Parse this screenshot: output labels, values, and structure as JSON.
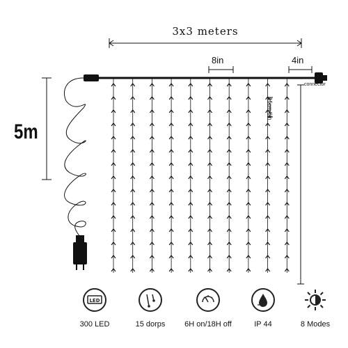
{
  "diagram": {
    "width_label": "3x3 meters",
    "strand_gap_label": "8in",
    "end_gap_label": "4in",
    "lead_length_label": "5m",
    "connector_label": "connector",
    "bulb_spacing_label": "15cm/6in",
    "strand_count": 10
  },
  "features": [
    {
      "icon": "led-icon",
      "label": "300 LED"
    },
    {
      "icon": "drops-icon",
      "label": "15 dorps"
    },
    {
      "icon": "timer-icon",
      "label": "6H on/18H off"
    },
    {
      "icon": "waterproof-icon",
      "label": "IP 44"
    },
    {
      "icon": "modes-icon",
      "label": "8 Modes"
    }
  ],
  "colors": {
    "line": "#111111",
    "icon": "#222222"
  }
}
